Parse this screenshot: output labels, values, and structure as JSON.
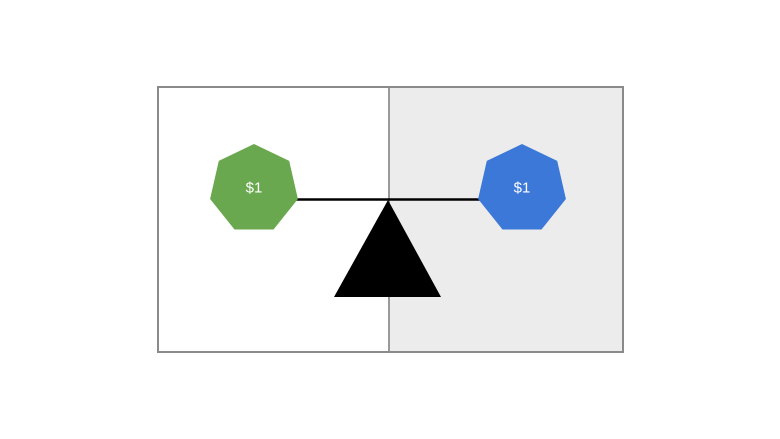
{
  "diagram": {
    "name": "balance-scale-diagram",
    "coins": {
      "left": {
        "label": "$1"
      },
      "right": {
        "label": "$1"
      }
    },
    "colors": {
      "page_bg": "#ffffff",
      "left_panel_bg": "#ffffff",
      "right_panel_bg": "#ececec",
      "frame_border": "#8a8a8a",
      "divider": "#999999",
      "beam": "#000000",
      "fulcrum": "#000000",
      "left_coin": "#6aa84f",
      "right_coin": "#3c78d8",
      "label_text": "#ffffff"
    }
  }
}
